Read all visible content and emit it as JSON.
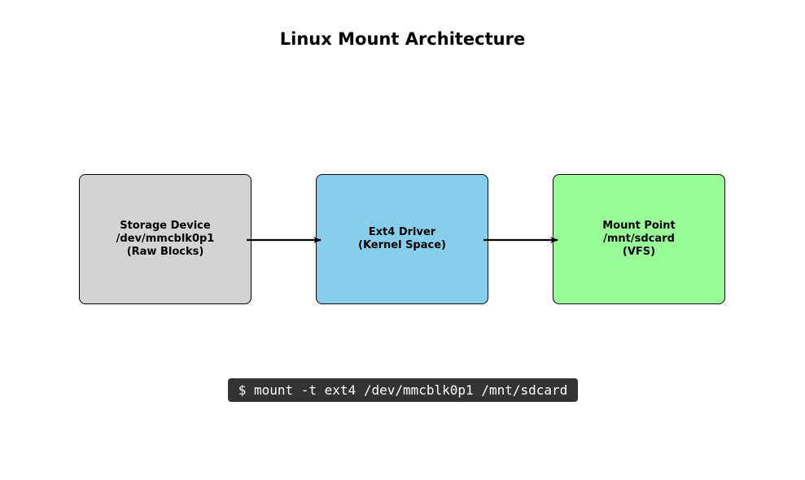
{
  "title": "Linux Mount Architecture",
  "nodes": [
    {
      "lines": [
        "Storage Device",
        "/dev/mmcblk0p1",
        "(Raw Blocks)"
      ],
      "fill": "#d3d3d3"
    },
    {
      "lines": [
        "Ext4 Driver",
        "(Kernel Space)"
      ],
      "fill": "#87ceeb"
    },
    {
      "lines": [
        "Mount Point",
        "/mnt/sdcard",
        "(VFS)"
      ],
      "fill": "#98fb98"
    }
  ],
  "edges": [
    {
      "from": "Storage Device",
      "to": "Ext4 Driver"
    },
    {
      "from": "Ext4 Driver",
      "to": "Mount Point"
    }
  ],
  "command": {
    "text": "$ mount -t ext4 /dev/mmcblk0p1 /mnt/sdcard",
    "background": "#333333",
    "color": "#ffffff"
  }
}
